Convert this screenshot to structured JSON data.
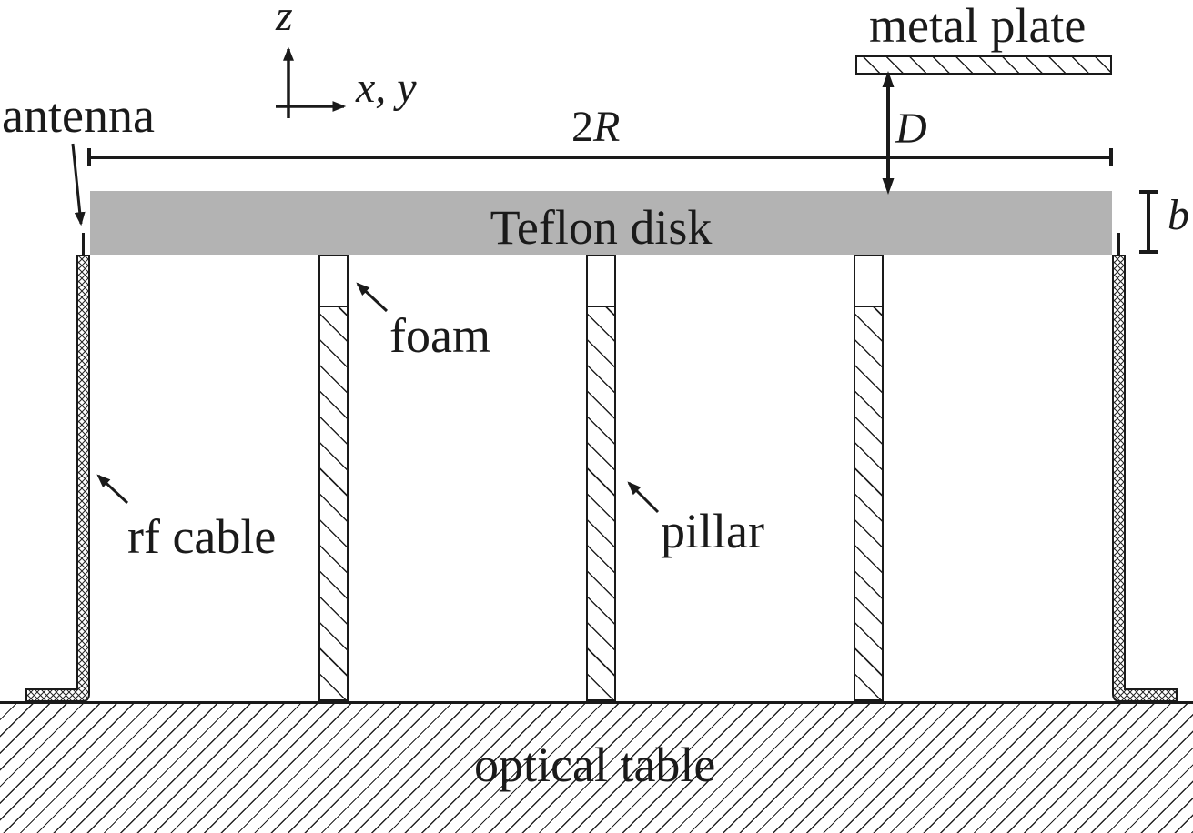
{
  "figure": {
    "labels": {
      "antenna": "antenna",
      "metal_plate": "metal plate",
      "teflon_disk": "Teflon disk",
      "foam": "foam",
      "rf_cable": "rf cable",
      "pillar": "pillar",
      "optical_table": "optical table"
    },
    "axes": {
      "vertical": "z",
      "horizontal": "x, y"
    },
    "dimensions": {
      "diameter_prefix": "2",
      "diameter_symbol": "R",
      "plate_gap": "D",
      "disk_thickness": "b"
    },
    "colors": {
      "disk_fill": "#b3b3b3",
      "line": "#1a1a1a",
      "background": "#ffffff"
    }
  }
}
